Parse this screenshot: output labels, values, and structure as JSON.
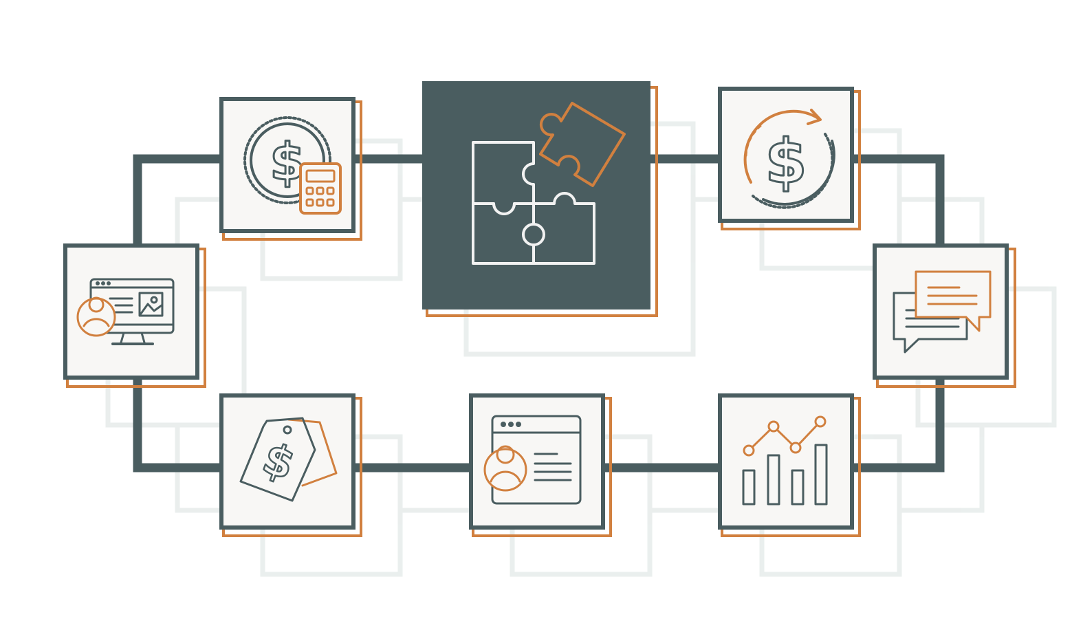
{
  "colors": {
    "primary": "#4a5d60",
    "accent": "#d1803f",
    "tile_background": "#f8f7f5",
    "ghost": "#e9eeed",
    "puzzle_stroke": "#f2f2f2"
  },
  "center_node": {
    "icon": "puzzle-icon"
  },
  "nodes": [
    {
      "id": "pricing-calculator",
      "icon": "coin-calculator-icon"
    },
    {
      "id": "recurring-revenue",
      "icon": "recurring-dollar-icon"
    },
    {
      "id": "online-presence",
      "icon": "monitor-user-icon"
    },
    {
      "id": "communication",
      "icon": "chat-bubbles-icon"
    },
    {
      "id": "price-tag",
      "icon": "price-tag-icon"
    },
    {
      "id": "user-profile",
      "icon": "browser-user-icon"
    },
    {
      "id": "growth-analytics",
      "icon": "bar-line-chart-icon"
    }
  ]
}
